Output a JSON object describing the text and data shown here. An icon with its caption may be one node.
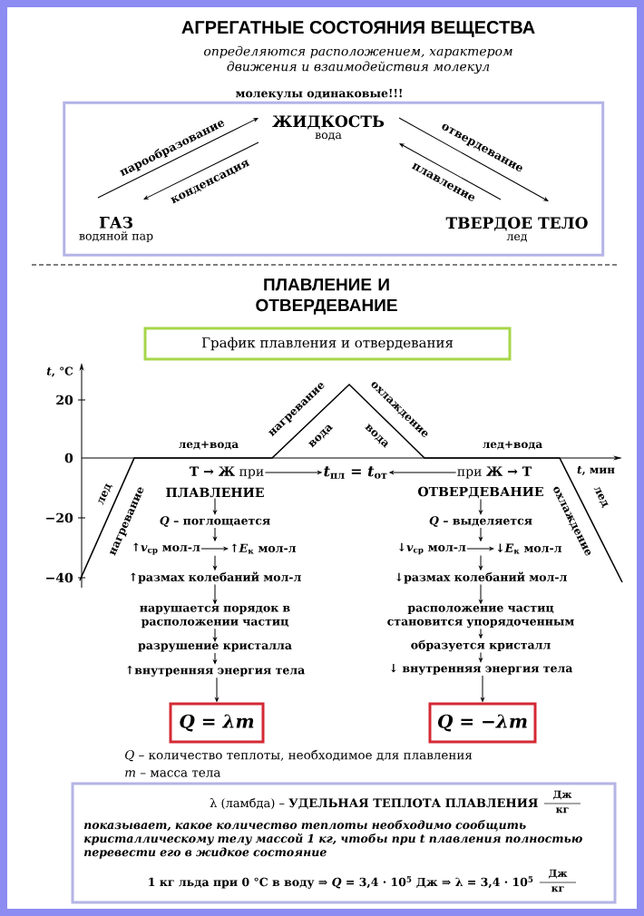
{
  "diagram": {
    "title": "АГРЕГАТНЫЕ СОСТОЯНИЯ ВЕЩЕСТВА",
    "nodes": [
      {
        "text": [],
        "shape": "box"
      },
      {
        "text": [
          "ЖИДКОСТЬ",
          "вода"
        ],
        "in": 0
      },
      {
        "text": [
          "ГАЗ",
          "водяной пар"
        ],
        "in": 0
      },
      {
        "text": [
          "ТВЕРДОЕ ТЕЛО",
          "лед"
        ],
        "in": 0
      },
      {
        "text": [
          "График плавления и отвердевания"
        ]
      },
      {
        "text": [
          "**Т → Ж** при"
        ]
      },
      {
        "text": [
          "*t*$_{пл}$ = *t*$_{от}$"
        ]
      },
      {
        "text": [
          "при **Ж → Т**"
        ]
      },
      {
        "text": [
          "ПЛАВЛЕНИЕ"
        ]
      },
      {
        "text": [
          "*Q* – поглощается"
        ]
      },
      {
        "text": [
          "↑*v*$_{ср}$ мол-л"
        ]
      },
      {
        "text": [
          "↑*E*$_{к}$ мол-л"
        ]
      },
      {
        "text": [
          "↑размах колебаний мол-л"
        ]
      },
      {
        "text": [
          "нарушается порядок в расположении частиц"
        ]
      },
      {
        "text": [
          "разрушение кристалла"
        ]
      },
      {
        "text": [
          "↑внутренняя энергия тела"
        ]
      },
      {
        "text": [
          "Q = λm"
        ]
      },
      {
        "text": [
          "ОТВЕРДЕВАНИЕ"
        ]
      },
      {
        "text": [
          "*Q* – выделяется"
        ]
      },
      {
        "text": [
          "↓*v*$_{ср}$ мол-л"
        ]
      },
      {
        "text": [
          "↓*E*$_{к}$ мол-л"
        ]
      },
      {
        "text": [
          "↓размах колебаний мол-л"
        ]
      },
      {
        "text": [
          "расположение частиц становится упорядоченным"
        ]
      },
      {
        "text": [
          "образуется кристалл"
        ]
      },
      {
        "text": [
          "↓ внутренняя энергия тела"
        ]
      },
      {
        "text": [
          "Q = −λm"
        ]
      },
      {
        "text": [
          "λ (ламбда) – **УДЕЛЬНАЯ ТЕПЛОТА ПЛАВЛЕНИЯ**",
          "Дж",
          "кг",
          "показывает, какое количество теплоты необходимо сообщить кристаллическому телу массой 1 кг, чтобы при *t* плавления полностью перевести его в жидкое состояние",
          "1 кг льда при 0 °C в воду ⇒ *Q* = 3,4 · 10$^{5}$ Дж ⇒ λ = 3,4 · 10$^{5}$",
          "Дж",
          "кг"
        ]
      }
    ],
    "edges": [
      {
        "from": 2,
        "to": 1,
        "arrow": "to",
        "label": "парообразование"
      },
      {
        "from": 1,
        "to": 2,
        "arrow": "to",
        "label": "конденсация"
      },
      {
        "from": 1,
        "to": 3,
        "arrow": "to",
        "label": "отвердевание"
      },
      {
        "from": 3,
        "to": 1,
        "arrow": "to",
        "label": "плавление"
      },
      {
        "from": 5,
        "to": 6,
        "arrow": "to"
      },
      {
        "from": 7,
        "to": 6,
        "arrow": "to"
      },
      {
        "from": 8,
        "to": 9,
        "arrow": "to"
      },
      {
        "from": 9,
        "to": 10,
        "arrow": "to"
      },
      {
        "from": 10,
        "to": 11,
        "arrow": "to"
      },
      {
        "from": 10,
        "to": 12,
        "arrow": "to"
      },
      {
        "from": 12,
        "to": 13,
        "arrow": "to"
      },
      {
        "from": 13,
        "to": 14,
        "arrow": "to"
      },
      {
        "from": 14,
        "to": 15,
        "arrow": "to"
      },
      {
        "from": 15,
        "to": 16,
        "arrow": "to"
      },
      {
        "from": 17,
        "to": 18,
        "arrow": "to"
      },
      {
        "from": 18,
        "to": 19,
        "arrow": "to"
      },
      {
        "from": 19,
        "to": 20,
        "arrow": "to"
      },
      {
        "from": 19,
        "to": 21,
        "arrow": "to"
      },
      {
        "from": 21,
        "to": 22,
        "arrow": "to"
      },
      {
        "from": 22,
        "to": 23,
        "arrow": "to"
      },
      {
        "from": 23,
        "to": 24,
        "arrow": "to"
      },
      {
        "from": 24,
        "to": 25,
        "arrow": "to"
      }
    ],
    "labels": [
      "определяются расположением, характером движения и взаимодействия молекул",
      "молекулы одинаковые!!!",
      "ПЛАВЛЕНИЕ И ОТВЕРДЕВАНИЕ",
      "*t*, °C",
      "20",
      "0",
      "−20",
      "−40",
      "лед+вода",
      "нагревание",
      "вода",
      "охлаждение",
      "вода",
      "лед+вода",
      "лед",
      "нагревание",
      "*t*, мин",
      "охлаждение",
      "лед",
      "*Q* – количество теплоты, необходимое для плавления",
      "*m* – масса тела"
    ]
  }
}
